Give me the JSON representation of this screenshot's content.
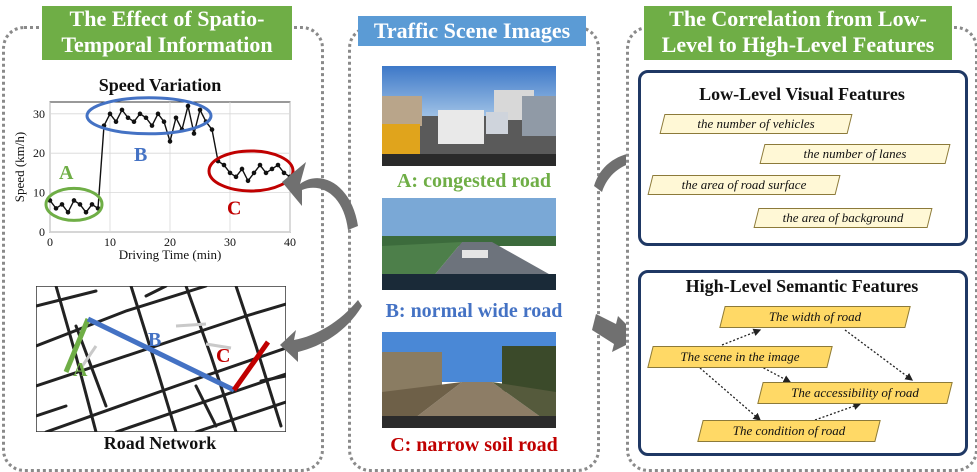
{
  "left": {
    "title_line1": "The Effect of Spatio-",
    "title_line2": "Temporal Information",
    "chart_title": "Speed Variation",
    "road_network_label": "Road Network",
    "road_labels": {
      "a": "A",
      "b": "B",
      "c": "C"
    }
  },
  "middle": {
    "title": "Traffic Scene Images",
    "caption_a": "A: congested road",
    "caption_b": "B: normal wide road",
    "caption_c": "C: narrow soil road"
  },
  "right": {
    "title_line1": "The Correlation from Low-",
    "title_line2": "Level to High-Level Features",
    "low_heading": "Low-Level Visual Features",
    "low_features": [
      "the number of vehicles",
      "the number of lanes",
      "the area of road surface",
      "the area of background"
    ],
    "high_heading": "High-Level Semantic Features",
    "high_features": [
      "The width of road",
      "The scene in the image",
      "The accessibility of road",
      "The condition of road"
    ]
  },
  "colors": {
    "green": "#6fae46",
    "blue": "#4472c4",
    "red": "#c00000",
    "title_blue": "#5b9bd5",
    "navy": "#1f3864"
  },
  "chart_data": {
    "type": "line",
    "xlabel": "Driving Time (min)",
    "ylabel": "Speed (km/h)",
    "xlim": [
      0,
      40
    ],
    "ylim": [
      0,
      33
    ],
    "xticks": [
      "0",
      "10",
      "20",
      "30",
      "40"
    ],
    "yticks": [
      "0",
      "10",
      "20",
      "30"
    ],
    "x": [
      0,
      1,
      2,
      3,
      4,
      5,
      6,
      7,
      8,
      9,
      10,
      11,
      12,
      13,
      14,
      15,
      16,
      17,
      18,
      19,
      20,
      21,
      22,
      23,
      24,
      25,
      26,
      27,
      28,
      29,
      30,
      31,
      32,
      33,
      34,
      35,
      36,
      37,
      38,
      39,
      40
    ],
    "series": [
      {
        "values": [
          8,
          6,
          7,
          5,
          8,
          7,
          5,
          7,
          6,
          27,
          30,
          28,
          31,
          29,
          28,
          30,
          29,
          27,
          30,
          28,
          23,
          29,
          26,
          32,
          25,
          31,
          28,
          26,
          18,
          17,
          15,
          14,
          16,
          13,
          15,
          17,
          15,
          16,
          17,
          15,
          14
        ]
      }
    ],
    "annotations": [
      "A",
      "B",
      "C"
    ]
  }
}
